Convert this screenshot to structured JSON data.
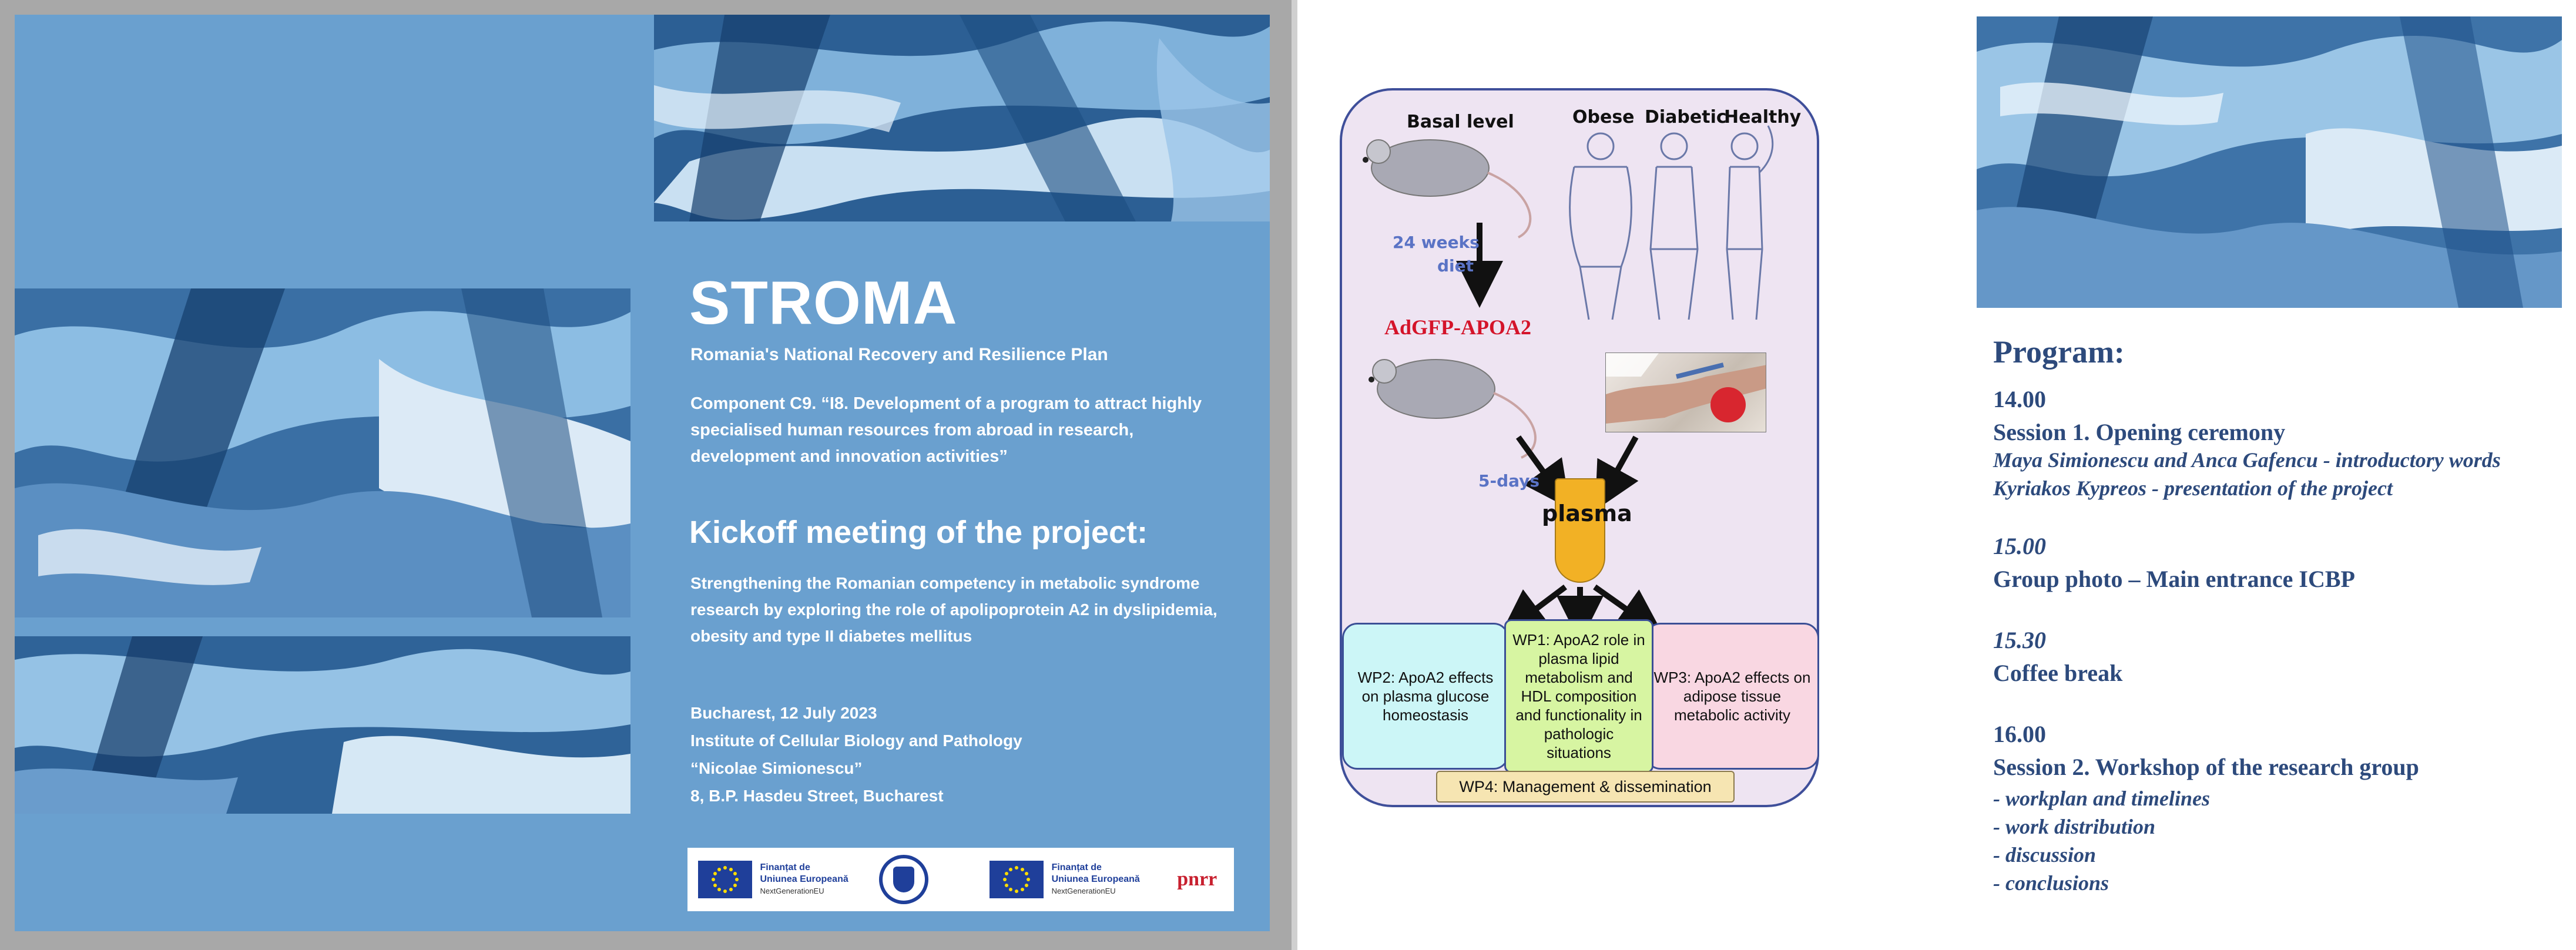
{
  "cover": {
    "title": "STROMA",
    "plan": "Romania's National Recovery and Resilience Plan",
    "component": "Component C9. “I8. Development of a program to attract highly specialised human resources from abroad in research, development and innovation activities”",
    "kickoff": "Kickoff meeting of the project:",
    "project_title": "Strengthening the Romanian competency in metabolic syndrome research by exploring the role of apolipoprotein A2 in dyslipidemia, obesity and type II diabetes mellitus",
    "venue": [
      "Bucharest, 12 July 2023",
      "Institute of Cellular Biology and Pathology",
      "“Nicolae Simionescu”",
      "8, B.P. Hasdeu Street, Bucharest"
    ],
    "logos": {
      "eu_line1": "Finanțat de",
      "eu_line2": "Uniunea Europeană",
      "eu_line3": "NextGenerationEU",
      "pnrr_mark": "pnrr"
    }
  },
  "diagram": {
    "basal": "Basal level",
    "obese": "Obese",
    "diabetic": "Diabetic",
    "healthy": "Healthy",
    "diet_line1": "24 weeks",
    "diet_line2": "diet",
    "construct": "AdGFP-APOA2",
    "days": "5-days",
    "plasma": "plasma",
    "wp2": "WP2: ApoA2 effects on plasma glucose homeostasis",
    "wp1": "WP1: ApoA2 role in plasma lipid metabolism and HDL composition and functionality in pathologic situations",
    "wp3": "WP3: ApoA2 effects on adipose tissue metabolic activity",
    "wp4": "WP4: Management & dissemination"
  },
  "program": {
    "heading": "Program:",
    "t1": "14.00",
    "s1": "Session 1. Opening ceremony",
    "s1a": "Maya Simionescu and Anca Gafencu - introductory words",
    "s1b": "Kyriakos Kypreos - presentation of the project",
    "t2": "15.00",
    "s2": "Group photo – Main entrance ICBP",
    "t3": "15.30",
    "s3": "Coffee break",
    "t4": "16.00",
    "s4": "Session 2. Workshop of the research group",
    "items": [
      "- workplan and timelines",
      "- work distribution",
      "- discussion",
      "- conclusions"
    ]
  },
  "colors": {
    "cover_blue": "#6aa0cf",
    "program_text": "#2d4a7c",
    "diagram_border": "#3f4f9a"
  }
}
